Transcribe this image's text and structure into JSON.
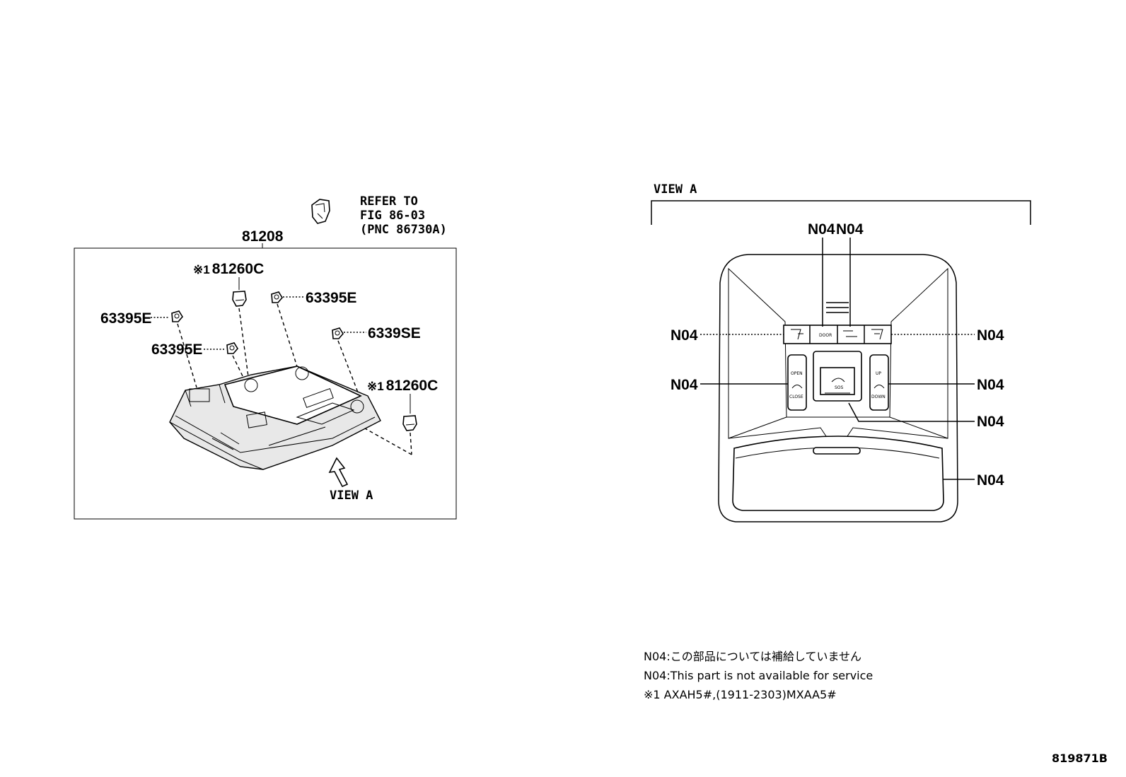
{
  "left_view": {
    "refer_to": [
      "REFER TO",
      "FIG 86-03",
      "(PNC 86730A)"
    ],
    "assembly_part": "81208",
    "parts": {
      "clip_top_center": "※1 81260C",
      "clip_right": "※1 81260C",
      "clip_prefix": "※1",
      "clip_number": "81260C",
      "screw_top": "63395E",
      "screw_left": "63395E",
      "screw_mid_left": "63395E",
      "screw_right": "6339SE"
    },
    "view_arrow_label": "VIEW A"
  },
  "right_view": {
    "title": "VIEW A",
    "callouts": {
      "top_left": "N04",
      "top_right": "N04",
      "left_upper": "N04",
      "left_lower": "N04",
      "right_upper": "N04",
      "right_middle": "N04",
      "right_lower_mid": "N04",
      "right_bottom": "N04"
    },
    "switch_labels": {
      "door": "DOOR",
      "open": "OPEN",
      "close": "CLOSE",
      "up": "UP",
      "down": "DOWN",
      "sos": "SOS"
    }
  },
  "notes": [
    "N04:この部品については補給していません",
    "N04:This part is not available for service",
    "※1 AXAH5#,(1911-2303)MXAA5#"
  ],
  "figure_id": "819871B"
}
